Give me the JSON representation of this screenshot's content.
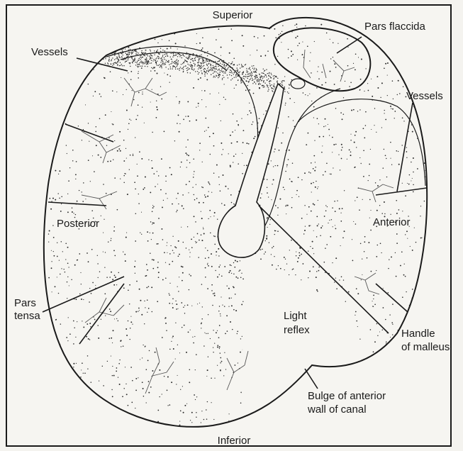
{
  "labels": {
    "superior": "Superior",
    "inferior": "Inferior",
    "anterior": "Anterior",
    "posterior": "Posterior",
    "pars_flaccida": "Pars flaccida",
    "vessels_left": "Vessels",
    "vessels_right": "Vessels",
    "pars_tensa_line1": "Pars",
    "pars_tensa_line2": "tensa",
    "light_reflex_line1": "Light",
    "light_reflex_line2": "reflex",
    "handle_line1": "Handle",
    "handle_line2": "of malleus",
    "bulge_line1": "Bulge of anterior",
    "bulge_line2": "wall of canal"
  },
  "colors": {
    "ink": "#1a1a1a",
    "paper": "#f6f5f1",
    "stipple": "#2a2a2a"
  }
}
